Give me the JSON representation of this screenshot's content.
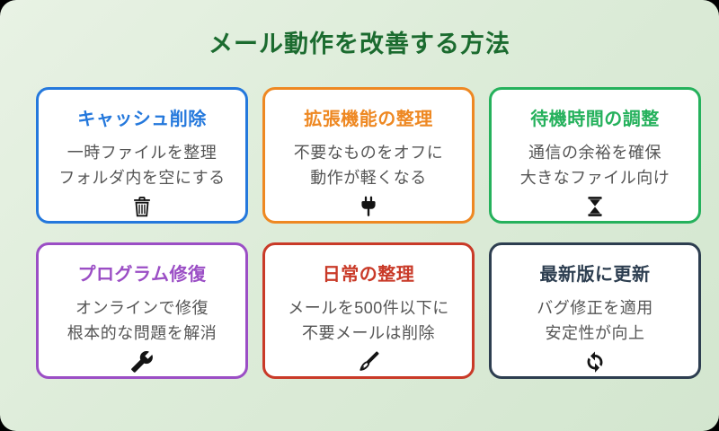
{
  "page": {
    "title": "メール動作を改善する方法"
  },
  "colors": {
    "outer_background": "#000000",
    "panel_background_start": "#e8f2e4",
    "panel_background_end": "#d3e6cf",
    "page_title": "#1b6b2f",
    "card_background": "#ffffff",
    "body_text": "#555555",
    "icon": "#141414"
  },
  "cards": [
    {
      "title": "キャッシュ削除",
      "lines": [
        "一時ファイルを整理",
        "フォルダ内を空にする"
      ],
      "icon": "trash-icon",
      "accent": "#2478dc"
    },
    {
      "title": "拡張機能の整理",
      "lines": [
        "不要なものをオフに",
        "動作が軽くなる"
      ],
      "icon": "plug-icon",
      "accent": "#ee8822"
    },
    {
      "title": "待機時間の調整",
      "lines": [
        "通信の余裕を確保",
        "大きなファイル向け"
      ],
      "icon": "hourglass-icon",
      "accent": "#25b15c"
    },
    {
      "title": "プログラム修復",
      "lines": [
        "オンラインで修復",
        "根本的な問題を解消"
      ],
      "icon": "wrench-icon",
      "accent": "#9b4ec5"
    },
    {
      "title": "日常の整理",
      "lines": [
        "メールを500件以下に",
        "不要メールは削除"
      ],
      "icon": "broom-icon",
      "accent": "#c93a28"
    },
    {
      "title": "最新版に更新",
      "lines": [
        "バグ修正を適用",
        "安定性が向上"
      ],
      "icon": "refresh-icon",
      "accent": "#2d3e50"
    }
  ]
}
